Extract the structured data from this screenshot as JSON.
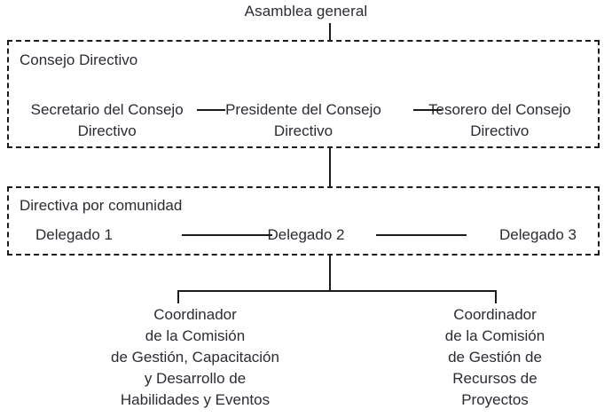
{
  "diagram": {
    "type": "organizational-chart",
    "title": "Asamblea general",
    "colors": {
      "text": "#2b2b33",
      "stroke": "#1c1c1c",
      "background": "#ffffff"
    },
    "root": {
      "label": "Asamblea general"
    },
    "board_group": {
      "label": "Consejo Directivo",
      "border_style": "dashed",
      "members": [
        {
          "line1": "Secretario del Consejo",
          "line2": "Directivo"
        },
        {
          "line1": "Presidente del Consejo",
          "line2": "Directivo"
        },
        {
          "line1": "Tesorero del Consejo",
          "line2": "Directivo"
        }
      ]
    },
    "community_group": {
      "label": "Directiva por comunidad",
      "border_style": "dashed",
      "members": [
        {
          "label": "Delegado 1"
        },
        {
          "label": "Delegado 2"
        },
        {
          "label": "Delegado 3"
        }
      ]
    },
    "coordinators": [
      {
        "lines": [
          "Coordinador",
          "de la Comisión",
          "de Gestión, Capacitación",
          "y Desarrollo de",
          "Habilidades y Eventos"
        ]
      },
      {
        "lines": [
          "Coordinador",
          "de la Comisión",
          "de Gestión de",
          "Recursos de",
          "Proyectos"
        ]
      }
    ]
  }
}
